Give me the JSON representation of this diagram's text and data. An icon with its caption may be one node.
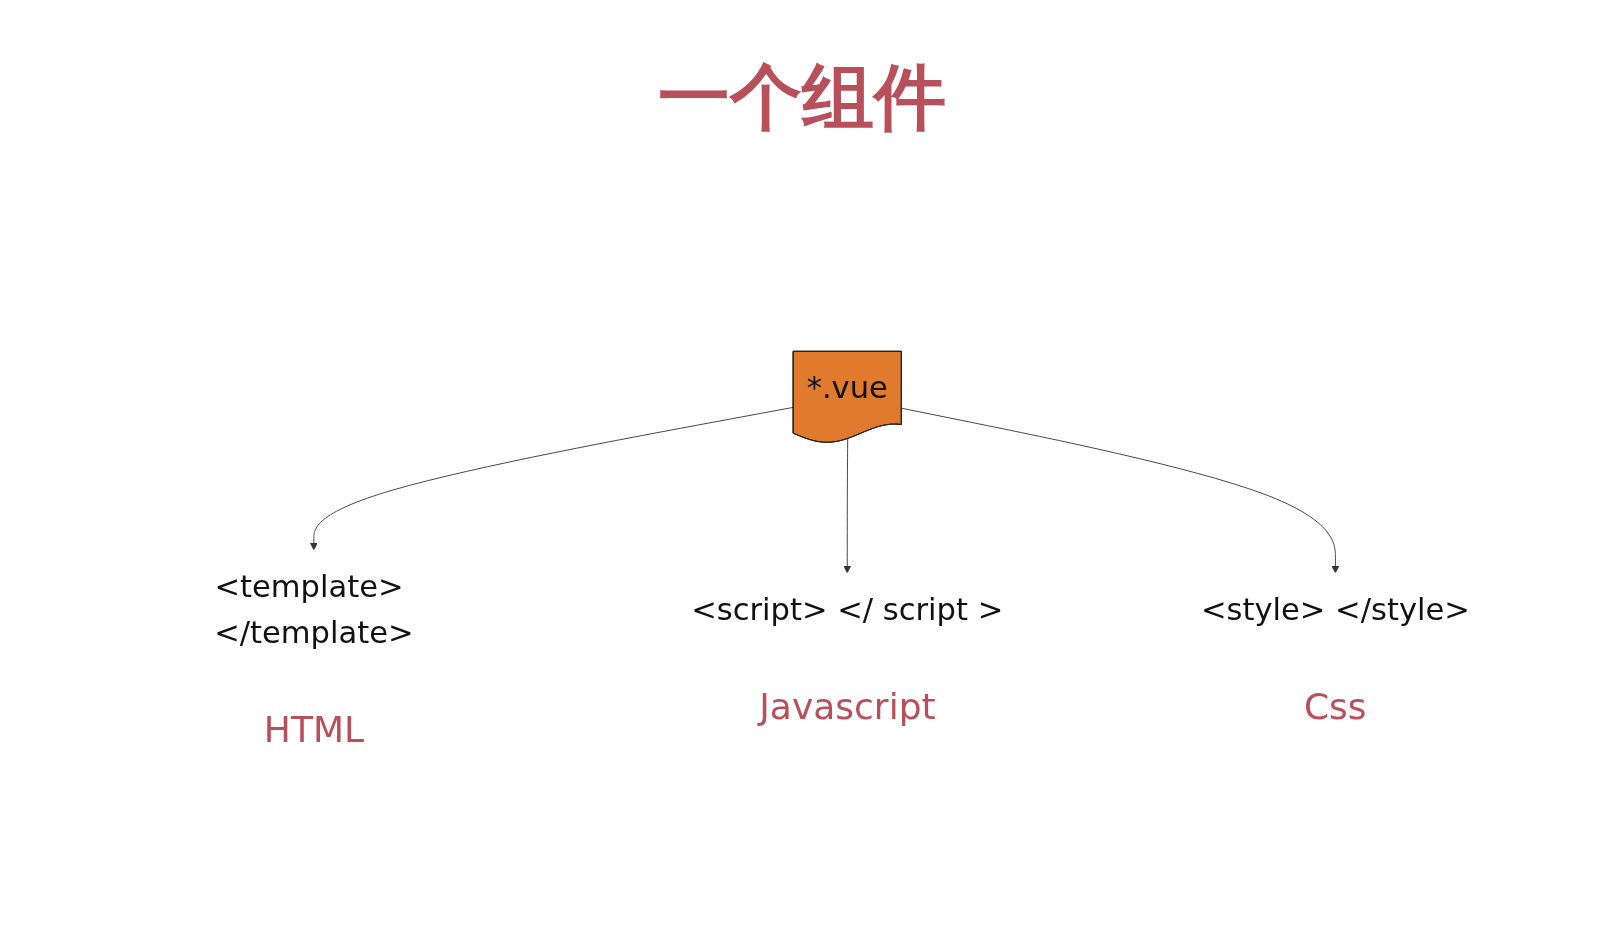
{
  "diagram": {
    "title": "一个组件",
    "nodes": [
      {
        "text": [
          "*.vue"
        ]
      },
      {
        "text": [
          "<template> </template>"
        ],
        "beside": [
          "HTML"
        ]
      },
      {
        "text": [
          "<script> </ script >"
        ],
        "beside": [
          "Javascript"
        ]
      },
      {
        "text": [
          "<style> </style>"
        ],
        "beside": [
          "Css"
        ]
      }
    ],
    "edges": [
      {
        "from": 0,
        "to": 1,
        "arrow": "to"
      },
      {
        "from": 0,
        "to": 2,
        "arrow": "to"
      },
      {
        "from": 0,
        "to": 3,
        "arrow": "to"
      }
    ]
  }
}
